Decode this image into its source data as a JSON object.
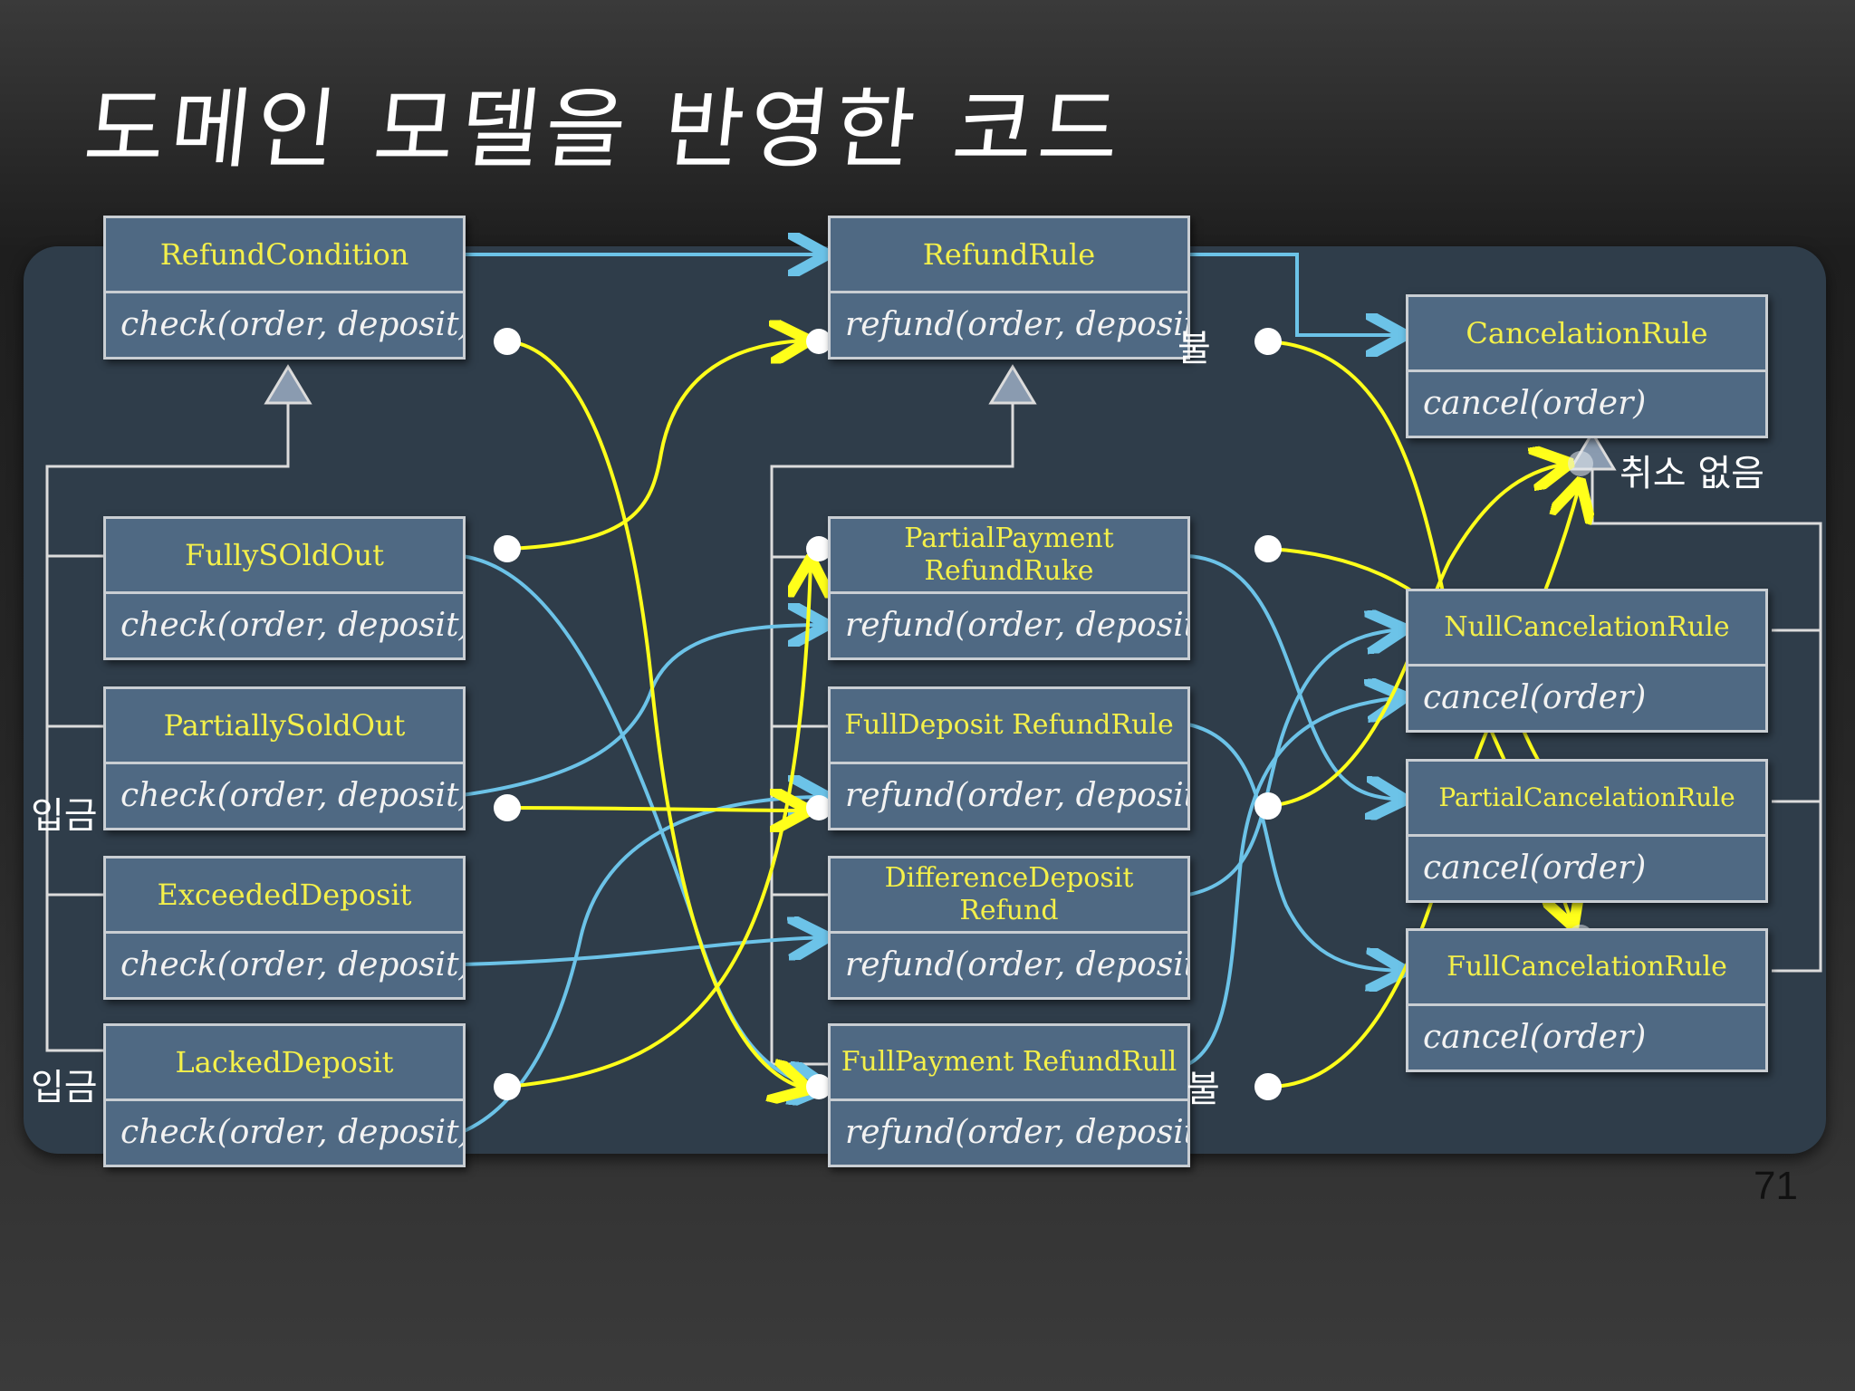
{
  "title": "도메인 모델을 반영한 코드",
  "page_number": "71",
  "classes": {
    "refund_condition": {
      "name": "RefundCondition",
      "op": "check(order, deposit)"
    },
    "fully_sold_out": {
      "name": "FullySOldOut",
      "op": "check(order, deposit)"
    },
    "partially_sold_out": {
      "name": "PartiallySoldOut",
      "op": "check(order, deposit)"
    },
    "exceeded_deposit": {
      "name": "ExceededDeposit",
      "op": "check(order, deposit)"
    },
    "lacked_deposit": {
      "name": "LackedDeposit",
      "op": "check(order, deposit)"
    },
    "refund_rule": {
      "name": "RefundRule",
      "op": "refund(order, deposit)"
    },
    "partial_payment_refund": {
      "name": "PartialPayment RefundRuke",
      "op": "refund(order, deposit)"
    },
    "full_deposit_refund": {
      "name": "FullDeposit RefundRule",
      "op": "refund(order, deposit)"
    },
    "difference_deposit_refund": {
      "name": "DifferenceDeposit Refund",
      "op": "refund(order, deposit)"
    },
    "full_payment_refund": {
      "name": "FullPayment RefundRull",
      "op": "refund(order, deposit)"
    },
    "cancelation_rule": {
      "name": "CancelationRule",
      "op": "cancel(order)"
    },
    "null_cancelation_rule": {
      "name": "NullCancelationRule",
      "op": "cancel(order)"
    },
    "partial_cancelation_rule": {
      "name": "PartialCancelationRule",
      "op": "cancel(order)"
    },
    "full_cancelation_rule": {
      "name": "FullCancelationRule",
      "op": "cancel(order)"
    }
  },
  "notes": {
    "deposit_top": "입금",
    "deposit_bottom": "입금",
    "refund_top": "불",
    "refund_bottom": "불",
    "no_cancel": "취소 없음"
  },
  "colors": {
    "association": "#6cc3e8",
    "link": "#ffff1a",
    "inheritance": "#dcdcdc",
    "class_fill": "#4f6983",
    "class_name": "#f4f04a",
    "panel": "#2f3d4a"
  }
}
